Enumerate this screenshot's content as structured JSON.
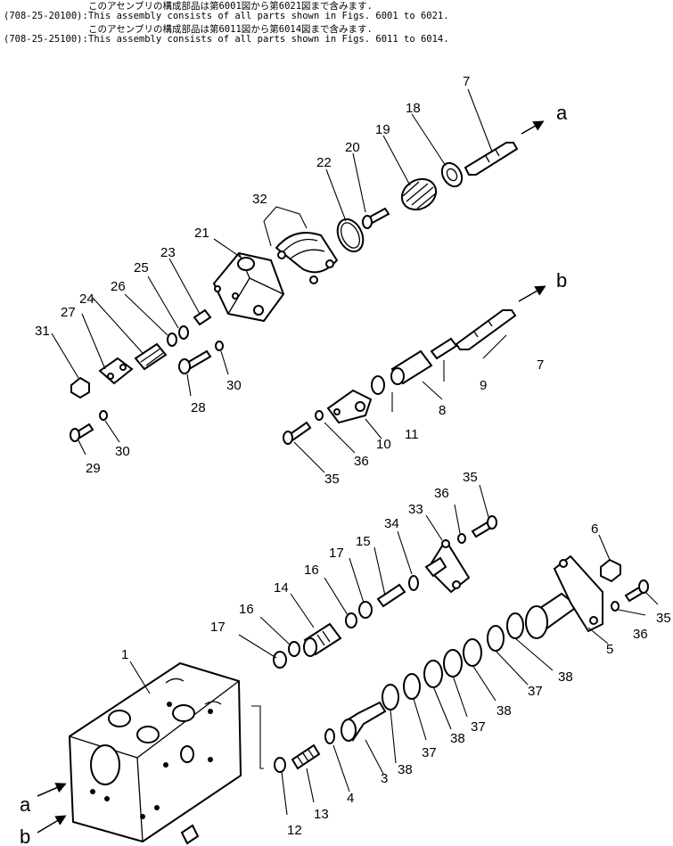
{
  "header": {
    "notes": [
      {
        "jp": "このアセンブリの構成部品は第6001図から第6021図まで含みます.",
        "code": "(708-25-20100):",
        "en": "This assembly consists of all parts shown in Figs. 6001 to 6021."
      },
      {
        "jp": "このアセンブリの構成部品は第6011図から第6014図まで含みます.",
        "code": "(708-25-25100):",
        "en": "This assembly consists of all parts shown in Figs. 6011 to 6014."
      }
    ]
  },
  "refs": {
    "a": "a",
    "b": "b"
  },
  "parts": [
    {
      "id": "p1",
      "label": "1"
    },
    {
      "id": "p3",
      "label": "3"
    },
    {
      "id": "p4",
      "label": "4"
    },
    {
      "id": "p5",
      "label": "5"
    },
    {
      "id": "p6",
      "label": "6"
    },
    {
      "id": "p7a",
      "label": "7"
    },
    {
      "id": "p7b",
      "label": "7"
    },
    {
      "id": "p8",
      "label": "8"
    },
    {
      "id": "p9",
      "label": "9"
    },
    {
      "id": "p10",
      "label": "10"
    },
    {
      "id": "p11",
      "label": "11"
    },
    {
      "id": "p12",
      "label": "12"
    },
    {
      "id": "p13",
      "label": "13"
    },
    {
      "id": "p14",
      "label": "14"
    },
    {
      "id": "p15",
      "label": "15"
    },
    {
      "id": "p16a",
      "label": "16"
    },
    {
      "id": "p16b",
      "label": "16"
    },
    {
      "id": "p17a",
      "label": "17"
    },
    {
      "id": "p17b",
      "label": "17"
    },
    {
      "id": "p18",
      "label": "18"
    },
    {
      "id": "p19",
      "label": "19"
    },
    {
      "id": "p20",
      "label": "20"
    },
    {
      "id": "p21",
      "label": "21"
    },
    {
      "id": "p22",
      "label": "22"
    },
    {
      "id": "p23",
      "label": "23"
    },
    {
      "id": "p24",
      "label": "24"
    },
    {
      "id": "p25",
      "label": "25"
    },
    {
      "id": "p26",
      "label": "26"
    },
    {
      "id": "p27",
      "label": "27"
    },
    {
      "id": "p28",
      "label": "28"
    },
    {
      "id": "p29",
      "label": "29"
    },
    {
      "id": "p30a",
      "label": "30"
    },
    {
      "id": "p30b",
      "label": "30"
    },
    {
      "id": "p31",
      "label": "31"
    },
    {
      "id": "p32",
      "label": "32"
    },
    {
      "id": "p33",
      "label": "33"
    },
    {
      "id": "p34",
      "label": "34"
    },
    {
      "id": "p35a",
      "label": "35"
    },
    {
      "id": "p35b",
      "label": "35"
    },
    {
      "id": "p35c",
      "label": "35"
    },
    {
      "id": "p36a",
      "label": "36"
    },
    {
      "id": "p36b",
      "label": "36"
    },
    {
      "id": "p36c",
      "label": "36"
    },
    {
      "id": "p37a",
      "label": "37"
    },
    {
      "id": "p37b",
      "label": "37"
    },
    {
      "id": "p37c",
      "label": "37"
    },
    {
      "id": "p38a",
      "label": "38"
    },
    {
      "id": "p38b",
      "label": "38"
    },
    {
      "id": "p38c",
      "label": "38"
    },
    {
      "id": "p38d",
      "label": "38"
    }
  ]
}
